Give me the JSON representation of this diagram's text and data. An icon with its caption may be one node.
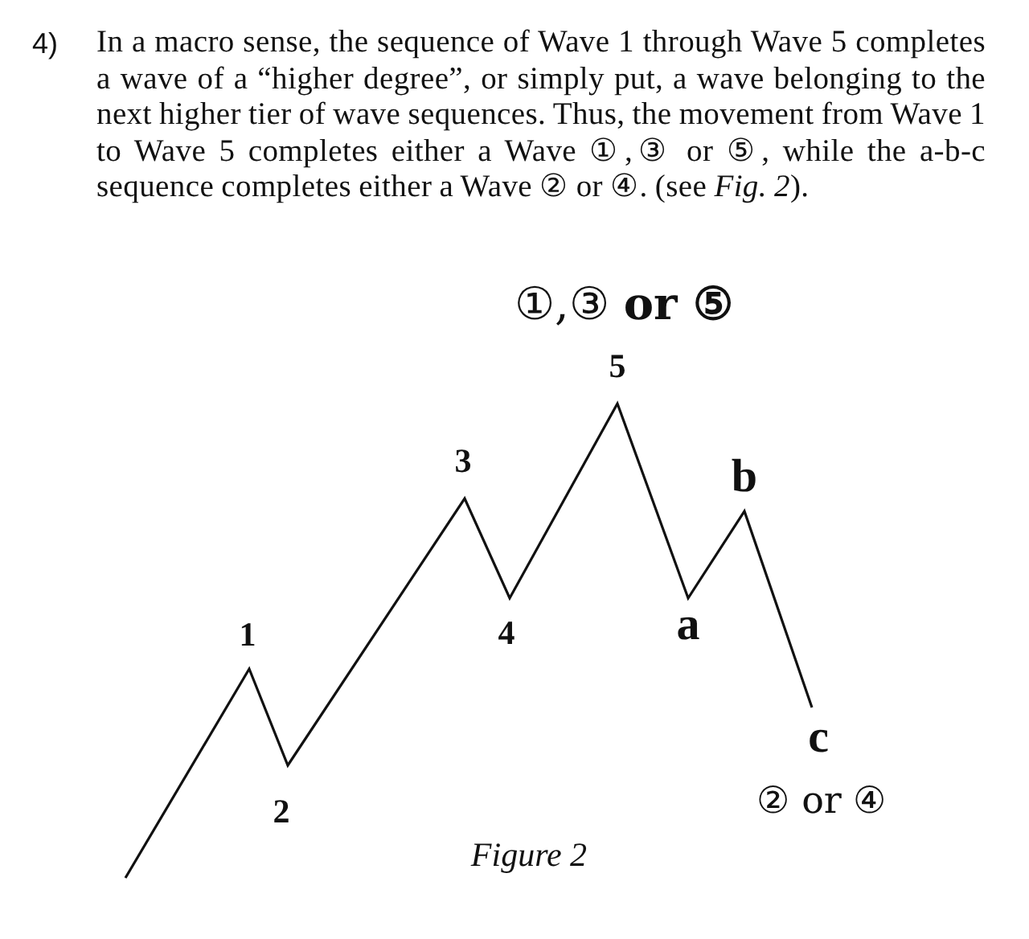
{
  "diagram": {
    "caption": "Figure 2",
    "labels": [
      "4)",
      "In a macro sense, the sequence of Wave 1 through Wave 5 completes a wave of a “higher degree”, or simply put, a wave belonging to the next higher tier of wave sequences. Thus, the movement from Wave 1 to Wave 5 completes either a Wave ①,③ or ⑤, while the a-b-c sequence completes either a Wave ② or ④. (see *Fig. 2*).",
      "①,③ **or ⑤**",
      "5",
      "3",
      "b",
      "1",
      "4",
      "a",
      "c",
      "2",
      "② or ④"
    ]
  }
}
